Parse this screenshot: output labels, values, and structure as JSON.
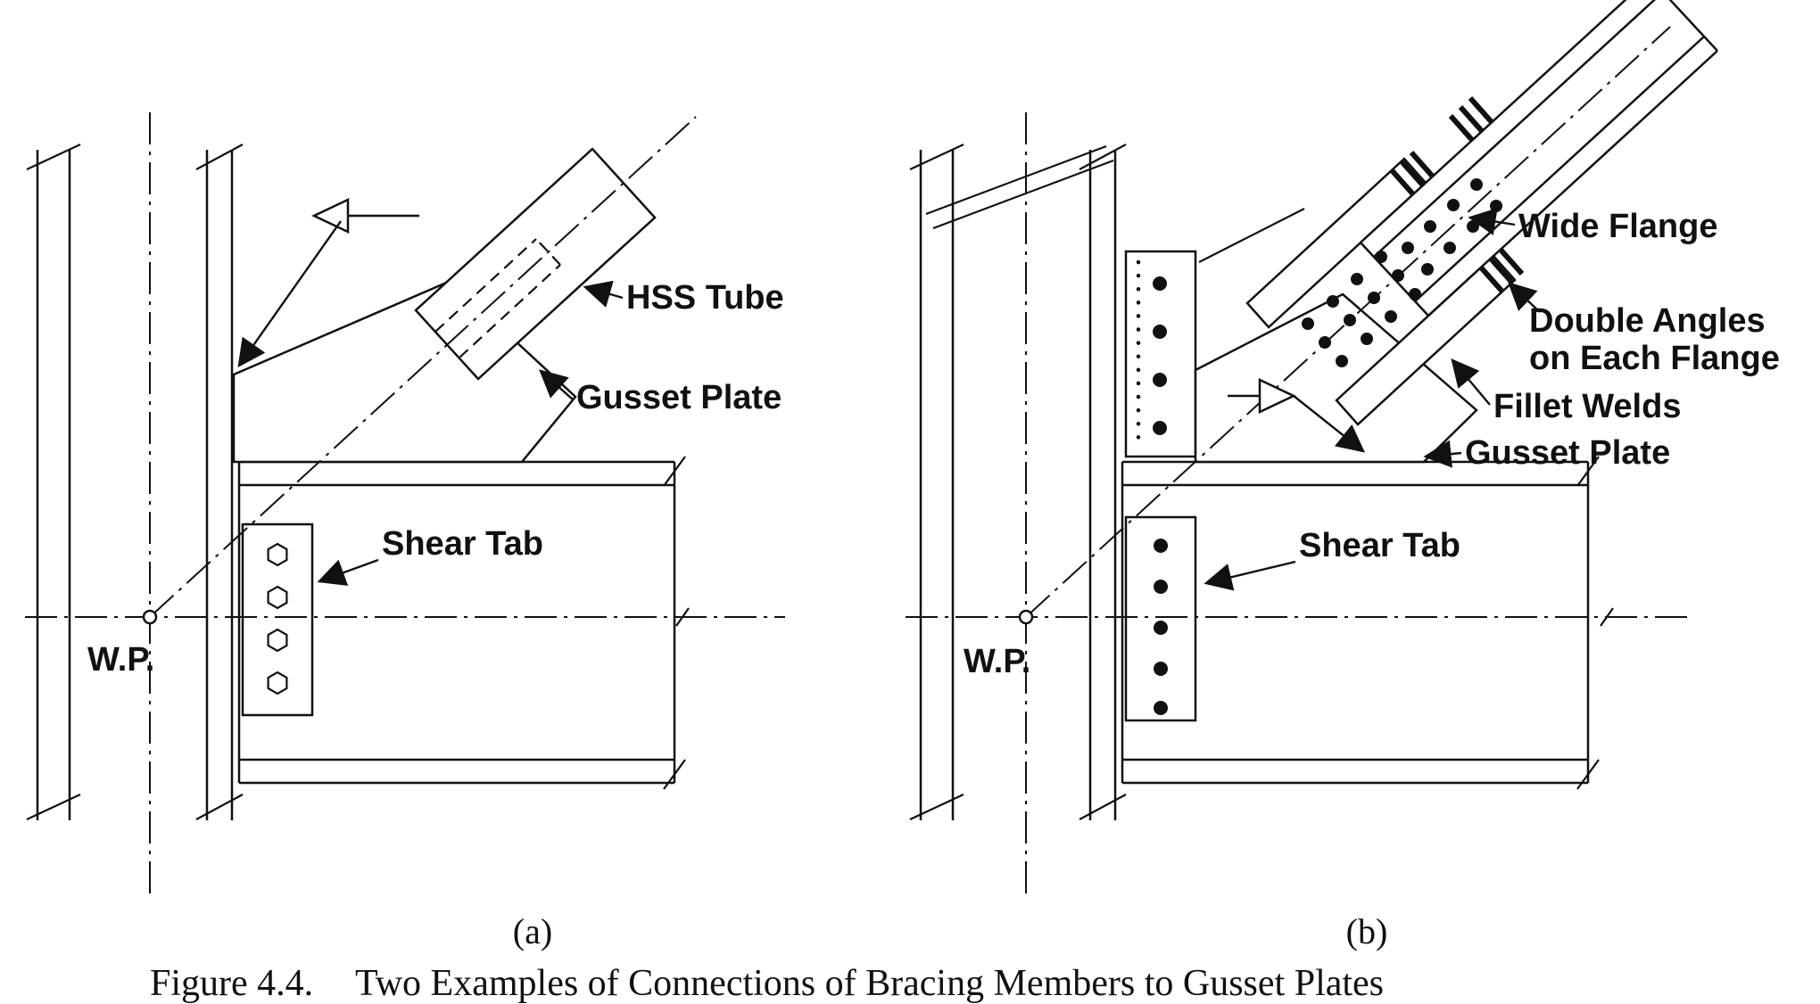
{
  "figure": {
    "subcaption_a": "(a)",
    "subcaption_b": "(b)",
    "caption_label": "Figure 4.4.",
    "caption_text": "Two Examples of Connections of Bracing Members to Gusset Plates"
  },
  "diagram_a": {
    "labels": {
      "hss_tube": "HSS Tube",
      "gusset_plate": "Gusset Plate",
      "shear_tab": "Shear Tab",
      "work_point": "W.P."
    },
    "shear_tab_bolt_holes": 4
  },
  "diagram_b": {
    "labels": {
      "wide_flange": "Wide Flange",
      "double_angles_line1": "Double Angles",
      "double_angles_line2": "on Each Flange",
      "fillet_welds": "Fillet Welds",
      "gusset_plate": "Gusset Plate",
      "shear_tab": "Shear Tab",
      "work_point": "W.P."
    },
    "shear_tab_bolts": 5,
    "column_plate_bolts": 4,
    "angle_bolts_lower_cluster": 12,
    "angle_bolts_upper_cluster": 8
  },
  "colors": {
    "ink": "#111111",
    "paper": "#ffffff"
  }
}
